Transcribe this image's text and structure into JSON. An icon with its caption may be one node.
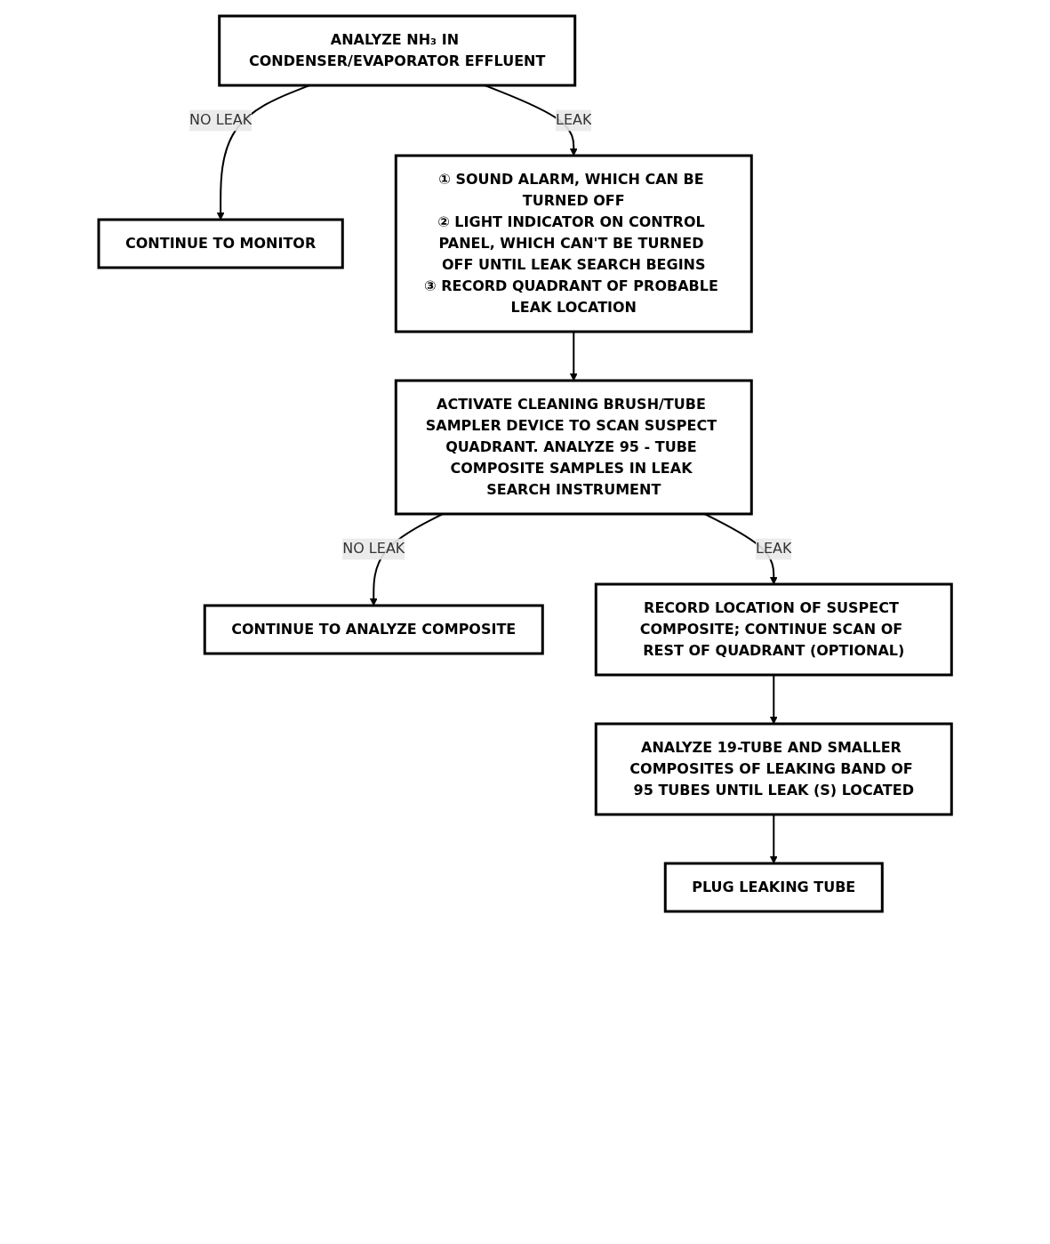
{
  "diagram": {
    "nodes": [
      {
        "text": [
          "CONTINUE TO MONITOR"
        ]
      },
      {
        "text": [
          "ANALYZE NH₃ IN CONDENSER/EVAPORATOR EFFLUENT"
        ]
      },
      {
        "text": [
          "① SOUND ALARM, WHICH CAN BE TURNED OFF",
          "② LIGHT INDICATOR ON CONTROL PANEL, WHICH CAN'T BE TURNED OFF UNTIL LEAK SEARCH BEGINS",
          "③ RECORD QUADRANT OF PROBABLE LEAK LOCATION"
        ]
      },
      {
        "text": [
          "CONTINUE TO ANALYZE COMPOSITE"
        ]
      },
      {
        "text": [
          "ACTIVATE CLEANING BRUSH/TUBE SAMPLER DEVICE TO SCAN SUSPECT QUADRANT. ANALYZE 95 - TUBE COMPOSITE SAMPLES IN LEAK SEARCH INSTRUMENT"
        ]
      },
      {
        "text": [
          "RECORD LOCATION OF SUSPECT COMPOSITE; CONTINUE SCAN OF REST OF QUADRANT (OPTIONAL)"
        ]
      },
      {
        "text": [
          "ANALYZE 19-TUBE AND SMALLER COMPOSITES OF LEAKING BAND OF 95 TUBES UNTIL LEAK (S) LOCATED"
        ]
      },
      {
        "text": [
          "PLUG LEAKING TUBE"
        ]
      }
    ],
    "edges": [
      {
        "from": 1,
        "to": 0,
        "arrow": "to",
        "label": "NO LEAK"
      },
      {
        "from": 1,
        "to": 2,
        "arrow": "to",
        "label": "LEAK"
      },
      {
        "from": 2,
        "to": 4,
        "arrow": "to"
      },
      {
        "from": 4,
        "to": 3,
        "arrow": "to",
        "label": "NO LEAK"
      },
      {
        "from": 4,
        "to": 5,
        "arrow": "to",
        "label": "LEAK"
      },
      {
        "from": 5,
        "to": 6,
        "arrow": "to"
      },
      {
        "from": 6,
        "to": 7,
        "arrow": "to"
      }
    ]
  }
}
